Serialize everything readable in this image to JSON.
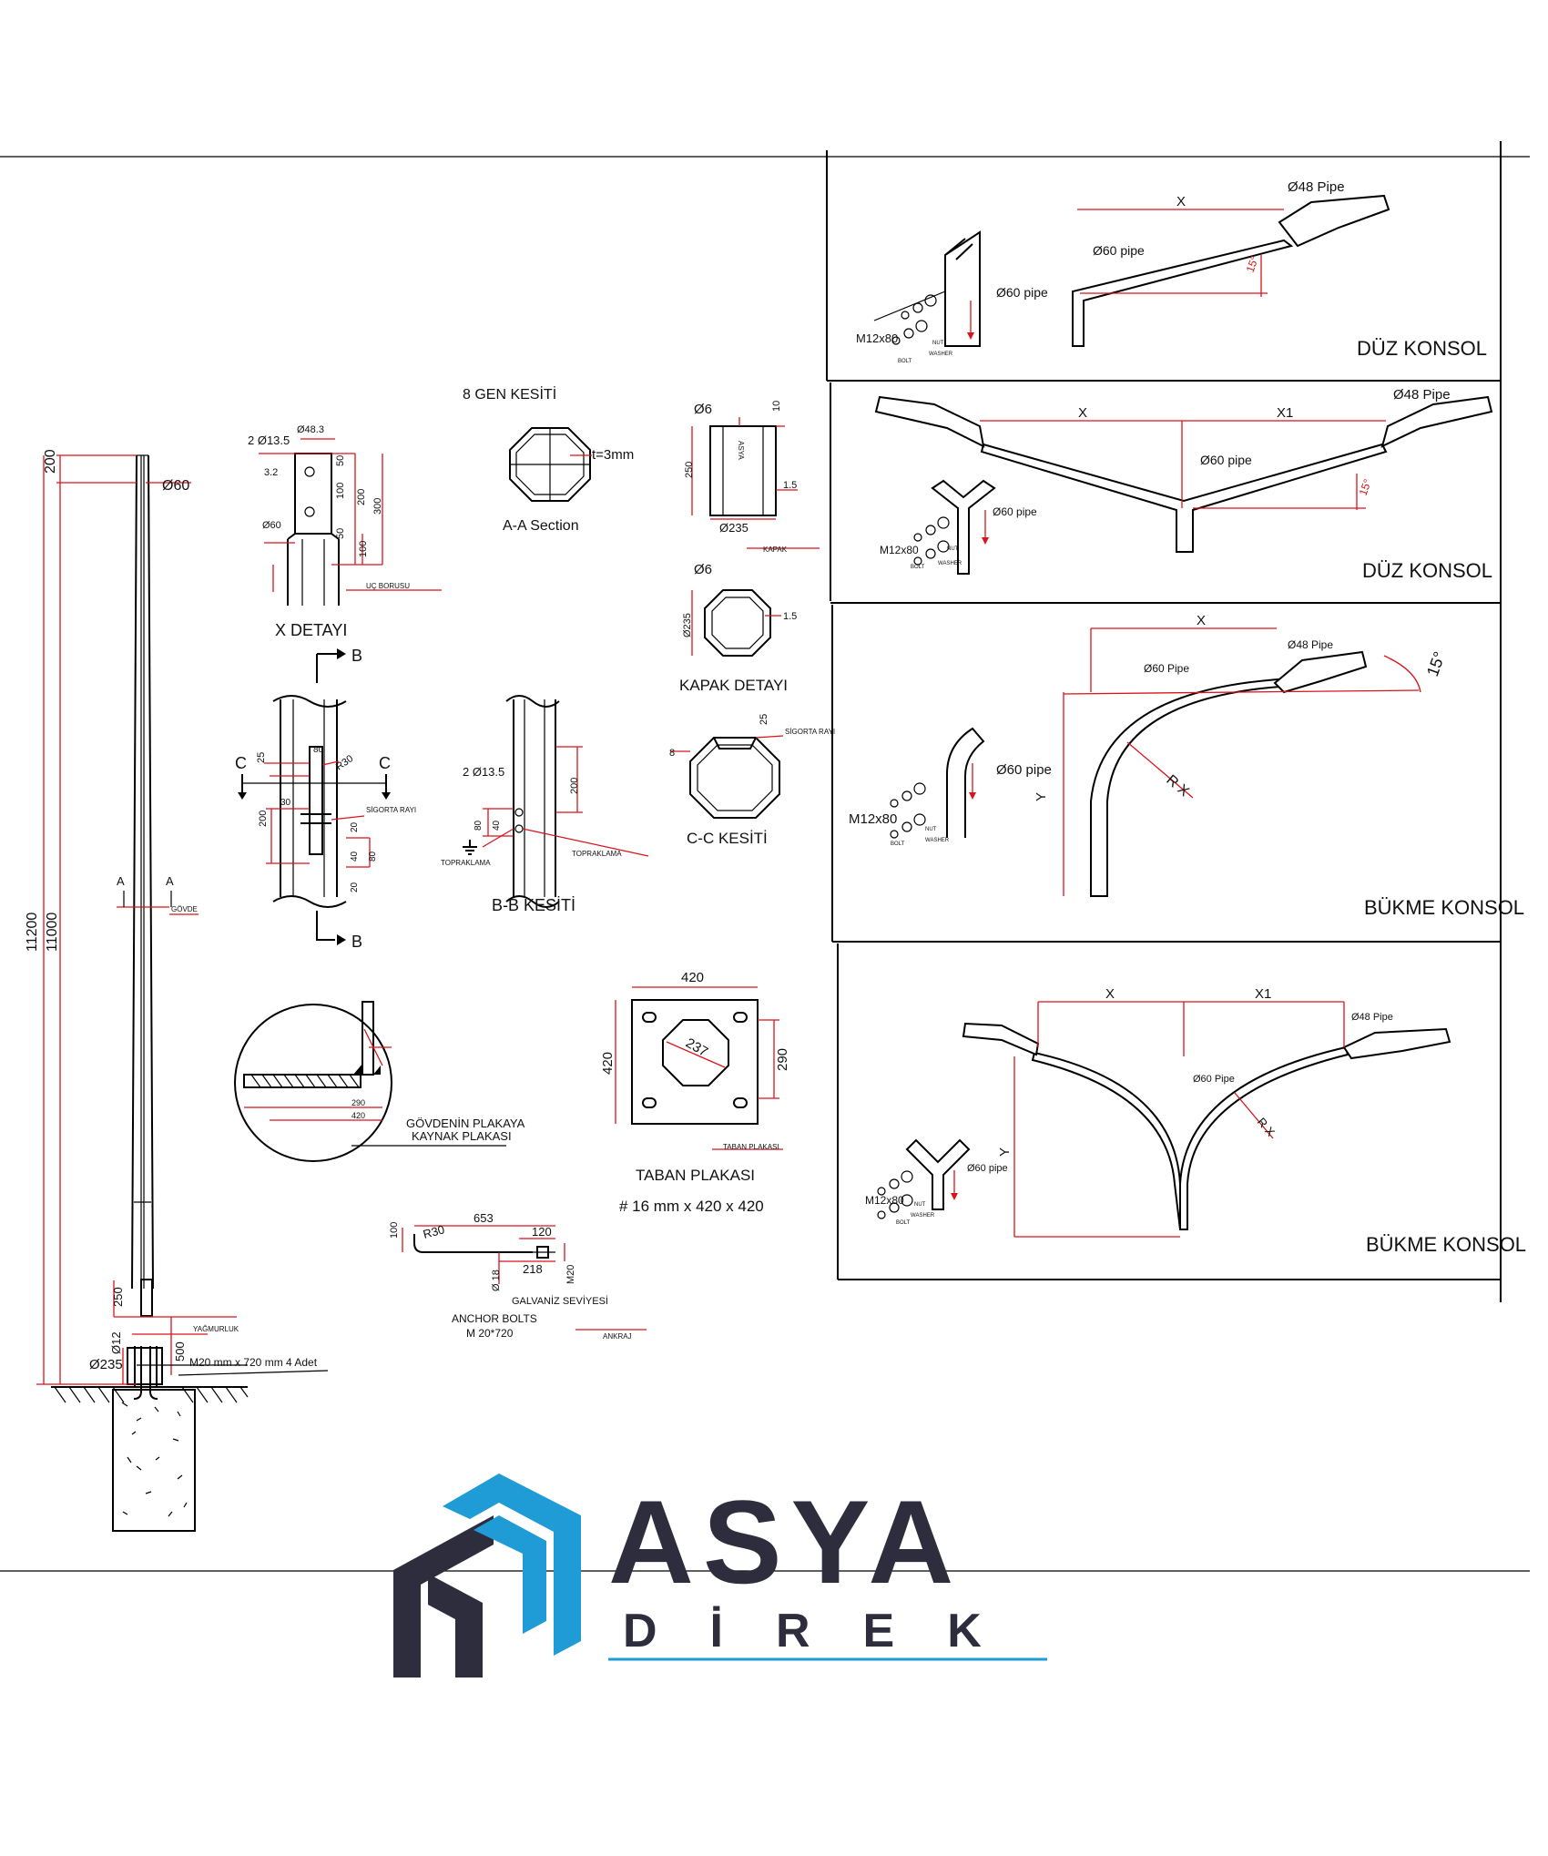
{
  "pole": {
    "d60": "Ø60",
    "h200": "200",
    "h11200": "11200",
    "h11000": "11000",
    "a_left": "A",
    "a_right": "A",
    "govde": "GÖVDE",
    "d250": "250",
    "yagmurluk": "YAĞMURLUK",
    "d12": "Ø12",
    "d500": "500",
    "d235": "Ø235",
    "bolts": "M20 mm x 720 mm 4 Adet"
  },
  "x_detail": {
    "title": "X DETAYI",
    "holes": "2 Ø13.5",
    "d48": "Ø48.3",
    "v32": "3.2",
    "d60": "Ø60",
    "v50a": "50",
    "v100a": "100",
    "v50b": "50",
    "v200": "200",
    "v300": "300",
    "v100b": "100",
    "uc_borusu": "UÇ BORUSU"
  },
  "octagon": {
    "title": "8 GEN KESİTİ",
    "thickness": "t=3mm",
    "caption": "A-A Section"
  },
  "cap": {
    "d6": "Ø6",
    "v10": "10",
    "v250": "250",
    "v15": "1.5",
    "d235": "Ø235",
    "kapak": "KAPAK",
    "vert_text": "ASYA",
    "d6b": "Ø6",
    "d235b": "Ø235",
    "v15b": "1.5",
    "kapak_title": "KAPAK DETAYI"
  },
  "cc": {
    "v25": "25",
    "sigorta": "SİGORTA RAYI",
    "v8": "8",
    "title": "C-C KESİTİ"
  },
  "cutout": {
    "b_top": "B",
    "b_bottom": "B",
    "c_left": "C",
    "c_right": "C",
    "v25": "25",
    "v80": "80",
    "r30": "R30",
    "v30": "30",
    "v200": "200",
    "v20a": "20",
    "v40": "40",
    "v80b": "80",
    "v20b": "20",
    "sigorta": "SİGORTA RAYI"
  },
  "bb": {
    "title": "B-B KESİTİ",
    "holes": "2 Ø13.5",
    "v200": "200",
    "v80": "80",
    "v40": "40",
    "topraklama_right": "TOPRAKLAMA",
    "topraklama_left": "TOPRAKLAMA"
  },
  "weld": {
    "v290": "290",
    "v420": "420",
    "label1": "GÖVDENİN PLAKAYA",
    "label2": "KAYNAK PLAKASI"
  },
  "base": {
    "v420top": "420",
    "v420left": "420",
    "v237": "237",
    "v290": "290",
    "taban": "TABAN PLAKASI",
    "title": "TABAN PLAKASI",
    "spec": "# 16 mm x 420 x 420"
  },
  "anchor": {
    "v653": "653",
    "r30": "R30",
    "v100": "100",
    "v120": "120",
    "d18": "Ø 18",
    "v218": "218",
    "m20": "M20",
    "galvaniz": "GALVANİZ SEVİYESİ",
    "title1": "ANCHOR BOLTS",
    "title2": "M 20*720",
    "ankraj": "ANKRAJ"
  },
  "panel1": {
    "x": "X",
    "d48": "Ø48 Pipe",
    "d60": "Ø60 pipe",
    "angle": "15°",
    "d60b": "Ø60 pipe",
    "m12": "M12x80",
    "bolt": "BOLT",
    "nut": "NUT",
    "washer": "WASHER",
    "title": "DÜZ KONSOL"
  },
  "panel2": {
    "x": "X",
    "x1": "X1",
    "d48": "Ø48 Pipe",
    "d60": "Ø60 pipe",
    "angle": "15°",
    "d60b": "Ø60 pipe",
    "m12": "M12x80",
    "bolt": "BOLT",
    "nut": "NUT",
    "washer": "WASHER",
    "title": "DÜZ KONSOL"
  },
  "panel3": {
    "x": "X",
    "d48": "Ø48 Pipe",
    "d60": "Ø60 Pipe",
    "angle": "15°",
    "y": "Y",
    "rx": "R X",
    "d60b": "Ø60 pipe",
    "m12": "M12x80",
    "bolt": "BOLT",
    "nut": "NUT",
    "washer": "WASHER",
    "title": "BÜKME KONSOL"
  },
  "panel4": {
    "x": "X",
    "x1": "X1",
    "d48": "Ø48 Pipe",
    "d60": "Ø60 Pipe",
    "y": "Y",
    "rx": "R X",
    "d60b": "Ø60 pipe",
    "m12": "M12x80",
    "bolt": "BOLT",
    "nut": "NUT",
    "washer": "WASHER",
    "title": "BÜKME KONSOL"
  },
  "logo": {
    "word1": "ASYA",
    "word2": "DİREK",
    "colors": {
      "dark": "#2e2d3d",
      "blue": "#1f9bd6",
      "red": "#d8141c"
    }
  }
}
